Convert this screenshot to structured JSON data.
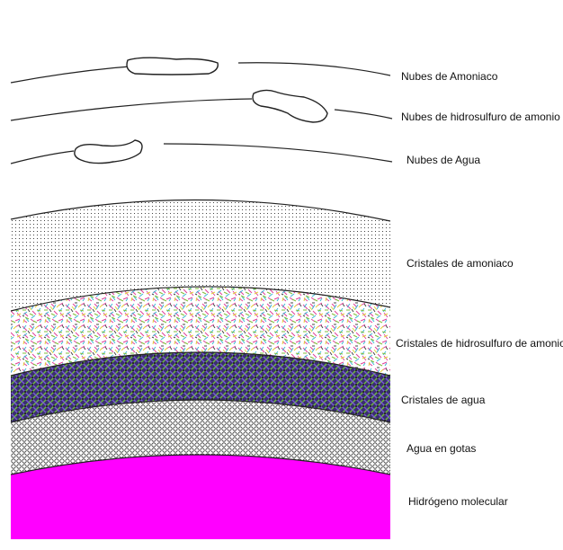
{
  "labels": {
    "nubes_amoniaco": "Nubes de Amoniaco",
    "nubes_hidrosulfuro": "Nubes de hidrosulfuro de amonio",
    "nubes_agua": "Nubes de Agua",
    "cristales_amoniaco": "Cristales de amoniaco",
    "cristales_hidrosulfuro": "Cristales de hidrosulfuro de amonio",
    "cristales_agua": "Cristales de agua",
    "agua_gotas": "Agua en gotas",
    "hidrogeno": "Hidrógeno molecular"
  },
  "colors": {
    "background": "#ffffff",
    "outline": "#222222",
    "dots": "#444444",
    "hydrosulfide_marks": [
      "#e0409a",
      "#3ab7d6",
      "#7fbf3a",
      "#e5d23a",
      "#444444"
    ],
    "water_crystal_base": "#3a2f6e",
    "water_crystal_weave": [
      "#6fbf3a",
      "#7a5ad6",
      "#2a2a2a"
    ],
    "droplets": "#333333",
    "hydrogen": "#ff00ff"
  }
}
